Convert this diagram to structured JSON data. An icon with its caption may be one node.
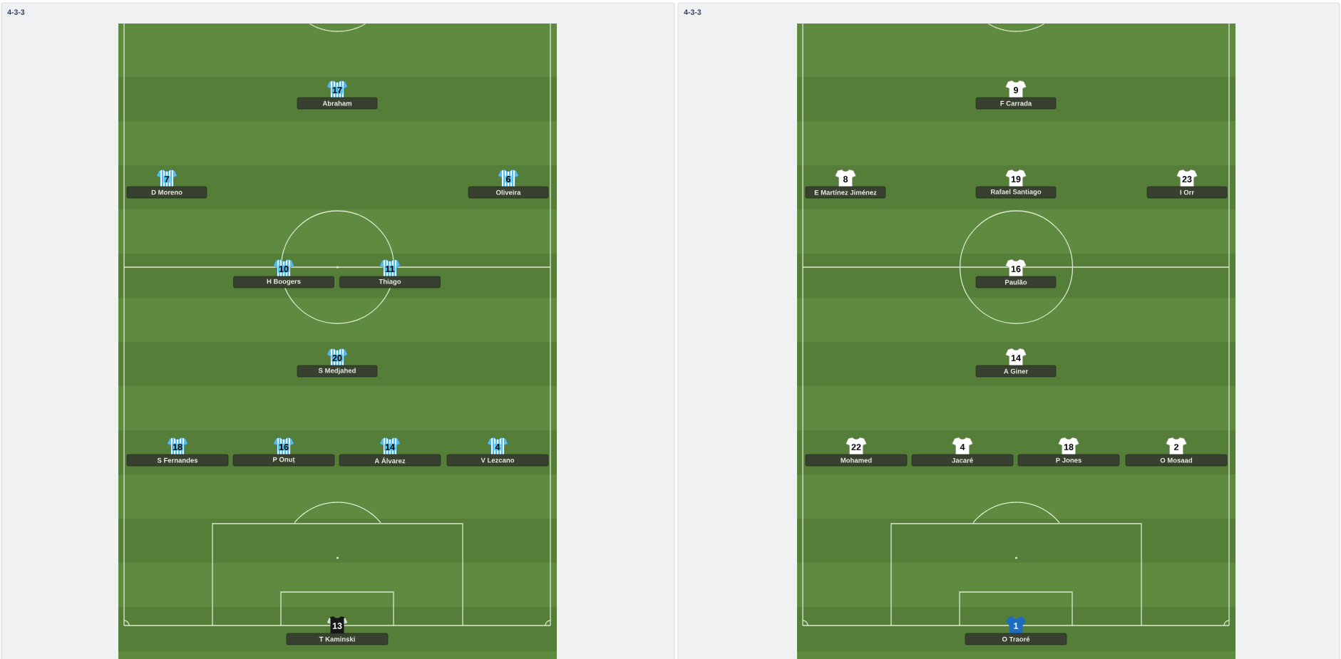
{
  "diagram": {
    "nodes": [
      {
        "text": [
          "4-3-3"
        ]
      },
      {
        "text": [
          "17",
          "Abraham"
        ],
        "in": 0
      },
      {
        "text": [
          "7",
          "D Moreno"
        ],
        "in": 0
      },
      {
        "text": [
          "6",
          "Oliveira"
        ],
        "in": 0
      },
      {
        "text": [
          "10",
          "H Boogers"
        ],
        "in": 0
      },
      {
        "text": [
          "11",
          "Thiago"
        ],
        "in": 0
      },
      {
        "text": [
          "20",
          "S Medjahed"
        ],
        "in": 0
      },
      {
        "text": [
          "18",
          "S Fernandes"
        ],
        "in": 0
      },
      {
        "text": [
          "16",
          "P Onuț"
        ],
        "in": 0
      },
      {
        "text": [
          "14",
          "A Álvarez"
        ],
        "in": 0
      },
      {
        "text": [
          "4",
          "V Lezcano"
        ],
        "in": 0
      },
      {
        "text": [
          "13",
          "T Kaminski"
        ],
        "in": 0
      },
      {
        "text": [
          "4-3-3"
        ]
      },
      {
        "text": [
          "9",
          "F Carrada"
        ],
        "in": 12
      },
      {
        "text": [
          "8",
          "E Martínez Jiménez"
        ],
        "in": 12
      },
      {
        "text": [
          "19",
          "Rafael Santiago"
        ],
        "in": 12
      },
      {
        "text": [
          "23",
          "I Orr"
        ],
        "in": 12
      },
      {
        "text": [
          "16",
          "Paulão"
        ],
        "in": 12
      },
      {
        "text": [
          "14",
          "A Giner"
        ],
        "in": 12
      },
      {
        "text": [
          "22",
          "Mohamed"
        ],
        "in": 12
      },
      {
        "text": [
          "4",
          "Jacaré"
        ],
        "in": 12
      },
      {
        "text": [
          "18",
          "P Jones"
        ],
        "in": 12
      },
      {
        "text": [
          "2",
          "O Mosaad"
        ],
        "in": 12
      },
      {
        "text": [
          "1",
          "O Traoré"
        ],
        "in": 12
      }
    ]
  }
}
